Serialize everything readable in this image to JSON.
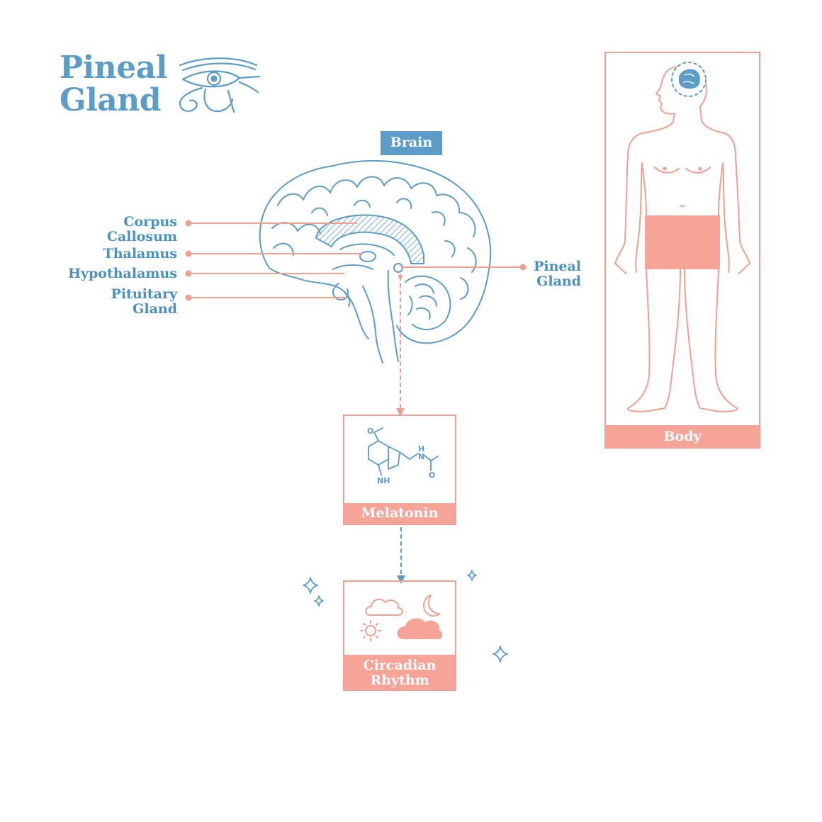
{
  "title": {
    "line1": "Pineal",
    "line2": "Gland"
  },
  "brain_label": "Brain",
  "left_labels": {
    "corpus_callosum_1": "Corpus",
    "corpus_callosum_2": "Callosum",
    "thalamus": "Thalamus",
    "hypothalamus": "Hypothalamus",
    "pituitary_1": "Pituitary",
    "pituitary_2": "Gland"
  },
  "right_labels": {
    "pineal_1": "Pineal",
    "pineal_2": "Gland"
  },
  "melatonin": {
    "label": "Melatonin",
    "atom_nh_top": "N",
    "atom_h_top": "H",
    "atom_o": "O",
    "atom_nh_bottom": "NH"
  },
  "circadian": {
    "line1": "Circadian",
    "line2": "Rhythm"
  },
  "body_label": "Body",
  "colors": {
    "blue": "#5b9dc8",
    "coral": "#f0a090",
    "coral_fill": "#f5a497",
    "text_blue": "#4a90c2"
  },
  "icons": [
    "eye-of-horus-icon",
    "brain-illustration",
    "human-body-illustration",
    "cloud-icon",
    "moon-icon",
    "sun-icon",
    "sparkle-icon"
  ]
}
